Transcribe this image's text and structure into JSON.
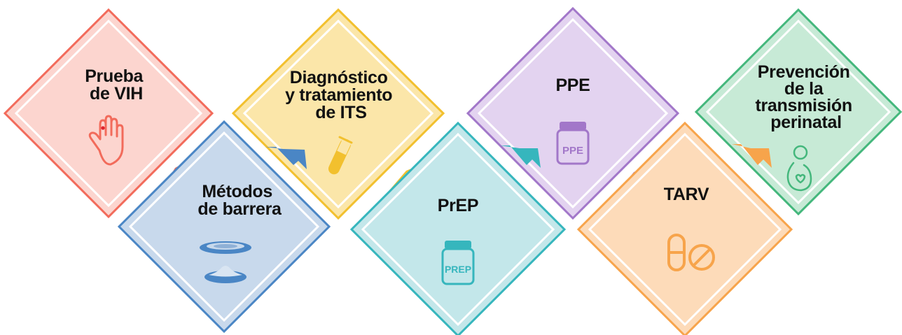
{
  "steps": [
    {
      "id": "prueba-vih",
      "lines": [
        "Prueba",
        "de VIH"
      ],
      "color": "#f26b5b",
      "fill": "#fcd5cf",
      "icon": "hand-icon"
    },
    {
      "id": "metodos-barrera",
      "lines": [
        "Métodos",
        "de barrera"
      ],
      "color": "#4a86c5",
      "fill": "#c8d9ec",
      "icon": "condom-icon"
    },
    {
      "id": "diagnostico-its",
      "lines": [
        "Diagnóstico",
        "y tratamiento",
        "de ITS"
      ],
      "color": "#f2c02e",
      "fill": "#fbe6a9",
      "icon": "test-tube-icon"
    },
    {
      "id": "prep",
      "lines": [
        "PrEP"
      ],
      "color": "#36b6bd",
      "fill": "#c3e7ea",
      "icon": "pill-jar-icon",
      "icon_text": "PREP"
    },
    {
      "id": "ppe",
      "lines": [
        "PPE"
      ],
      "color": "#a277c9",
      "fill": "#e3d3f0",
      "icon": "pill-jar-icon",
      "icon_text": "PPE"
    },
    {
      "id": "tarv",
      "lines": [
        "TARV"
      ],
      "color": "#f7a44b",
      "fill": "#fddbb9",
      "icon": "pills-icon"
    },
    {
      "id": "prevencion-perinatal",
      "lines": [
        "Prevención",
        "de la",
        "transmisión",
        "perinatal"
      ],
      "color": "#44b77c",
      "fill": "#c7ead6",
      "icon": "pregnant-woman-icon"
    }
  ]
}
